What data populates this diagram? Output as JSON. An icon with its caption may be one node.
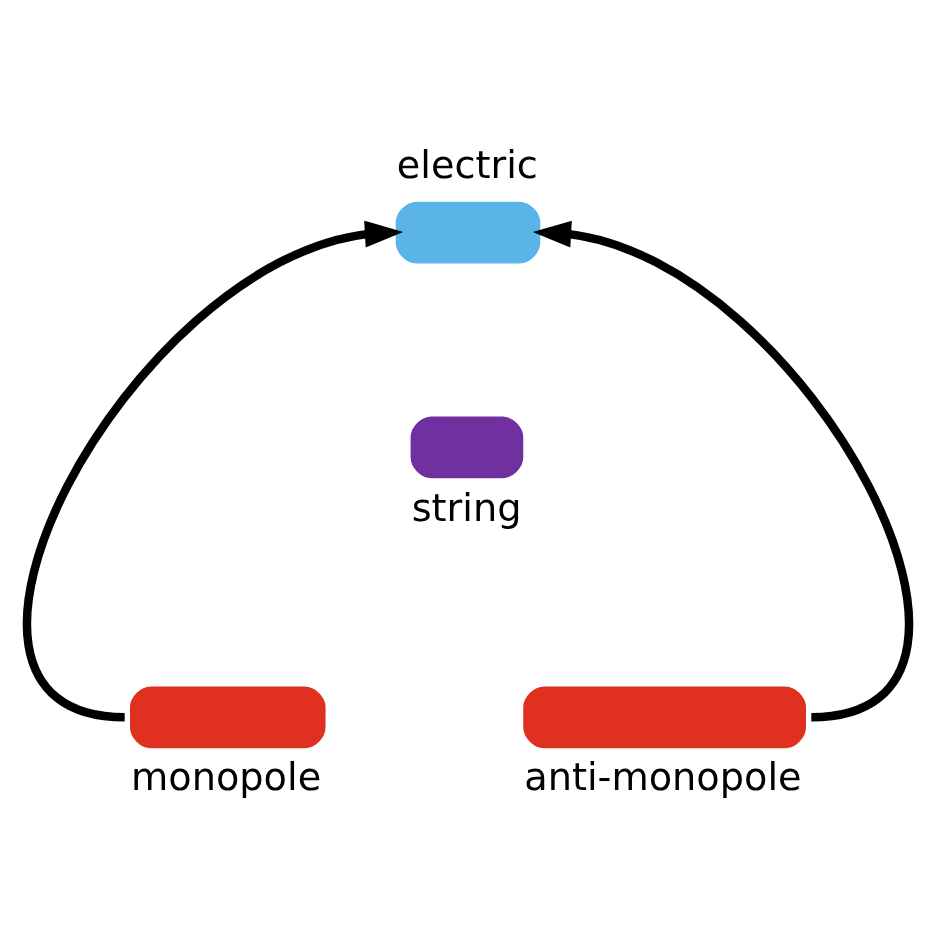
{
  "diagram": {
    "nodes": [
      {
        "text": [
          "electric"
        ]
      },
      {
        "text": [
          "string"
        ]
      },
      {
        "text": [
          "monopole"
        ]
      },
      {
        "text": [
          "anti-monopole"
        ]
      }
    ],
    "edges": [
      {
        "from": 2,
        "to": 0,
        "arrow": "to"
      },
      {
        "from": 3,
        "to": 0,
        "arrow": "to"
      }
    ]
  }
}
